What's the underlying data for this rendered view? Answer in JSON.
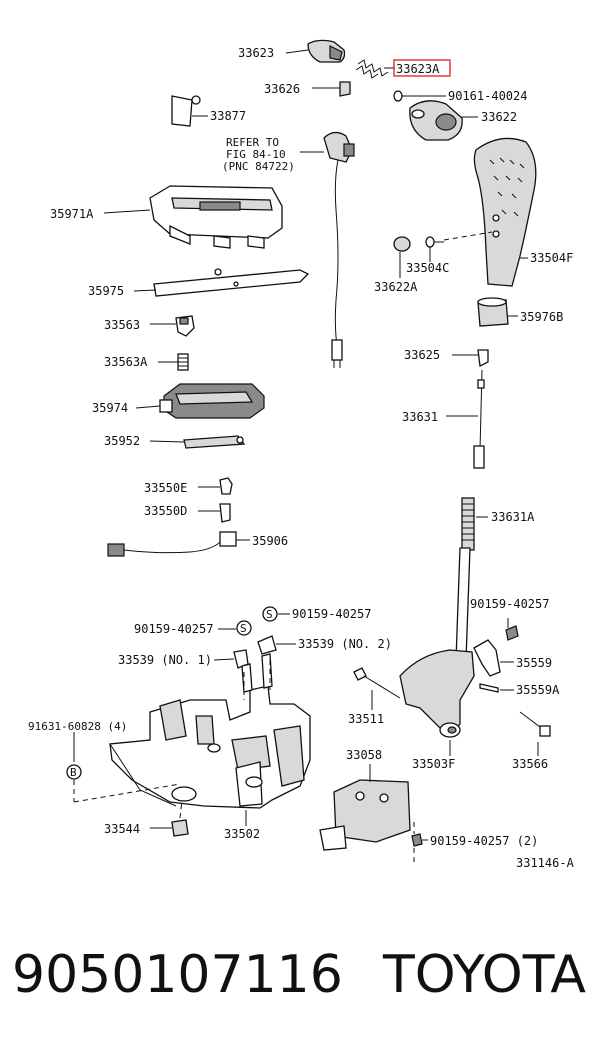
{
  "labels": {
    "p33623": "33623",
    "p33623A": "33623A",
    "p33626": "33626",
    "p90161": "90161-40024",
    "p33877": "33877",
    "p33622": "33622",
    "refer1": "REFER TO",
    "refer2": "FIG 84-10",
    "refer3": "(PNC 84722)",
    "p35971A": "35971A",
    "p33504F": "33504F",
    "p33504C": "33504C",
    "p33622A": "33622A",
    "p35975": "35975",
    "p35976B": "35976B",
    "p33563": "33563",
    "p33563A": "33563A",
    "p33625": "33625",
    "p35974": "35974",
    "p33631": "33631",
    "p35952": "35952",
    "p33550E": "33550E",
    "p33550D": "33550D",
    "p33631A": "33631A",
    "p35906": "35906",
    "p90159b": "90159-40257",
    "p90159a": "90159-40257",
    "p90159c": "90159-40257",
    "p33539n1": "33539 (NO. 1)",
    "p33539n2": "33539 (NO. 2)",
    "p35559": "35559",
    "p35559A": "35559A",
    "p91631": "91631-60828 (4)",
    "p33511": "33511",
    "p33058": "33058",
    "p33503F": "33503F",
    "p33566": "33566",
    "p33544": "33544",
    "p33502": "33502",
    "p90159d": "90159-40257 (2)",
    "fig": "331146-A",
    "symS": "S",
    "symB": "B"
  },
  "footer": {
    "part_number": "9050107116",
    "brand": "TOYOTA"
  },
  "colors": {
    "highlight": "#e23a3a",
    "ink": "#111111"
  }
}
